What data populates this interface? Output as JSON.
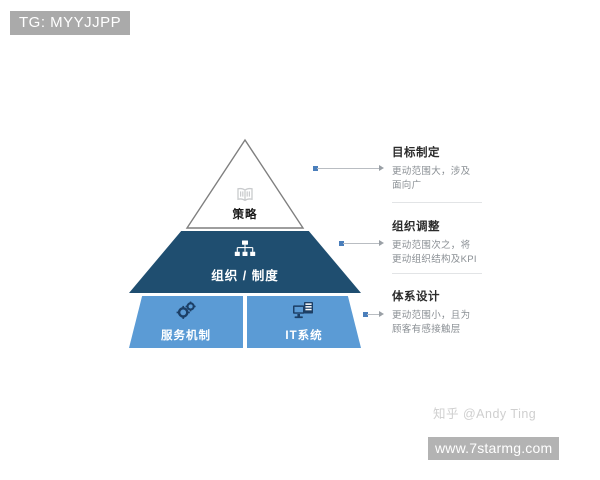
{
  "overlay": {
    "tg_badge": "TG: MYYJJPP",
    "zhihu_watermark": "知乎 @Andy Ting",
    "site_badge": "www.7starmg.com"
  },
  "colors": {
    "tier_top_fill": "#ffffff",
    "tier_top_stroke": "#7f7f7f",
    "tier_middle": "#1f4e70",
    "tier_base": "#5b9bd5",
    "connector_dot": "#4a7ebb",
    "connector_line": "#b9bdc2",
    "title_text": "#2b2b2b",
    "body_text": "#8a8f94",
    "badge_bg": "#aaaaaa"
  },
  "pyramid": {
    "tiers": [
      {
        "id": "strategy",
        "label": "策略",
        "icon": "open-book-icon",
        "shape": "triangle",
        "fill": "#ffffff",
        "text_color": "#1b1b1b"
      },
      {
        "id": "organization-system",
        "label": "组织 / 制度",
        "icon": "org-chart-icon",
        "shape": "trapezoid",
        "fill": "#1f4e70",
        "text_color": "#ffffff"
      }
    ],
    "base_segments": [
      {
        "id": "service-mechanism",
        "label": "服务机制",
        "icon": "gears-icon",
        "fill": "#5b9bd5",
        "text_color": "#ffffff"
      },
      {
        "id": "it-system",
        "label": "IT系统",
        "icon": "monitor-server-icon",
        "fill": "#5b9bd5",
        "text_color": "#ffffff"
      }
    ]
  },
  "annotations": [
    {
      "id": "goal-setting",
      "title": "目标制定",
      "body": "更动范围大，涉及\n面向广"
    },
    {
      "id": "org-adjustment",
      "title": "组织调整",
      "body": "更动范围次之，将\n更动组织结构及KPI"
    },
    {
      "id": "system-design",
      "title": "体系设计",
      "body": "更动范围小，且为\n顾客有感接触层"
    }
  ]
}
